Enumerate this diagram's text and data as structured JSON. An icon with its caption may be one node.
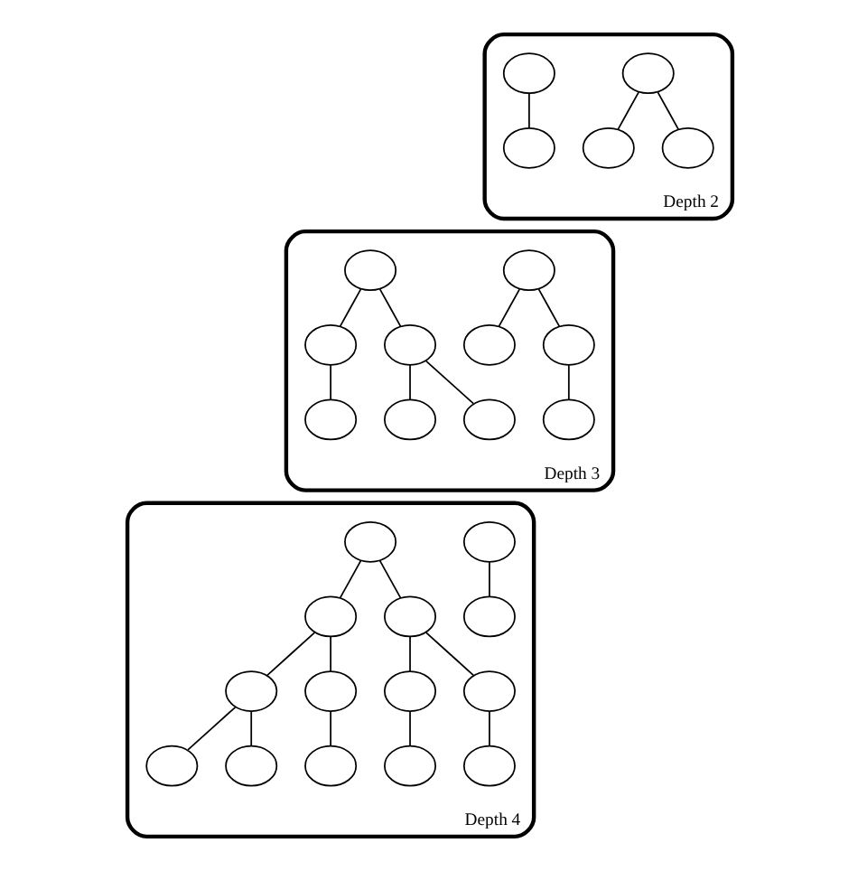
{
  "diagram": {
    "nodes": [
      {
        "text": [
          "Depth 2"
        ]
      },
      {
        "text": [],
        "shape": "circle",
        "in": 0
      },
      {
        "text": [],
        "shape": "circle",
        "in": 0
      },
      {
        "text": [],
        "shape": "circle",
        "in": 0
      },
      {
        "text": [],
        "shape": "circle",
        "in": 0
      },
      {
        "text": [],
        "shape": "circle",
        "in": 0
      },
      {
        "text": [
          "Depth 3"
        ]
      },
      {
        "text": [],
        "shape": "circle",
        "in": 6
      },
      {
        "text": [],
        "shape": "circle",
        "in": 6
      },
      {
        "text": [],
        "shape": "circle",
        "in": 6
      },
      {
        "text": [],
        "shape": "circle",
        "in": 6
      },
      {
        "text": [],
        "shape": "circle",
        "in": 6
      },
      {
        "text": [],
        "shape": "circle",
        "in": 6
      },
      {
        "text": [],
        "shape": "circle",
        "in": 6
      },
      {
        "text": [],
        "shape": "circle",
        "in": 6
      },
      {
        "text": [],
        "shape": "circle",
        "in": 6
      },
      {
        "text": [],
        "shape": "circle",
        "in": 6
      },
      {
        "text": [
          "Depth 4"
        ]
      },
      {
        "text": [],
        "shape": "circle",
        "in": 17
      },
      {
        "text": [],
        "shape": "circle",
        "in": 17
      },
      {
        "text": [],
        "shape": "circle",
        "in": 17
      },
      {
        "text": [],
        "shape": "circle",
        "in": 17
      },
      {
        "text": [],
        "shape": "circle",
        "in": 17
      },
      {
        "text": [],
        "shape": "circle",
        "in": 17
      },
      {
        "text": [],
        "shape": "circle",
        "in": 17
      },
      {
        "text": [],
        "shape": "circle",
        "in": 17
      },
      {
        "text": [],
        "shape": "circle",
        "in": 17
      },
      {
        "text": [],
        "shape": "circle",
        "in": 17
      },
      {
        "text": [],
        "shape": "circle",
        "in": 17
      },
      {
        "text": [],
        "shape": "circle",
        "in": 17
      },
      {
        "text": [],
        "shape": "circle",
        "in": 17
      },
      {
        "text": [],
        "shape": "circle",
        "in": 17
      }
    ],
    "edges": [
      {
        "from": 1,
        "to": 2,
        "arrow": "none"
      },
      {
        "from": 1,
        "to": 3,
        "arrow": "none"
      },
      {
        "from": 4,
        "to": 5,
        "arrow": "none"
      },
      {
        "from": 7,
        "to": 8,
        "arrow": "none"
      },
      {
        "from": 7,
        "to": 9,
        "arrow": "none"
      },
      {
        "from": 9,
        "to": 10,
        "arrow": "none"
      },
      {
        "from": 11,
        "to": 12,
        "arrow": "none"
      },
      {
        "from": 11,
        "to": 13,
        "arrow": "none"
      },
      {
        "from": 12,
        "to": 14,
        "arrow": "none"
      },
      {
        "from": 13,
        "to": 15,
        "arrow": "none"
      },
      {
        "from": 13,
        "to": 16,
        "arrow": "none"
      },
      {
        "from": 18,
        "to": 19,
        "arrow": "none"
      },
      {
        "from": 20,
        "to": 21,
        "arrow": "none"
      },
      {
        "from": 20,
        "to": 22,
        "arrow": "none"
      },
      {
        "from": 21,
        "to": 23,
        "arrow": "none"
      },
      {
        "from": 21,
        "to": 24,
        "arrow": "none"
      },
      {
        "from": 22,
        "to": 25,
        "arrow": "none"
      },
      {
        "from": 22,
        "to": 26,
        "arrow": "none"
      },
      {
        "from": 23,
        "to": 27,
        "arrow": "none"
      },
      {
        "from": 23,
        "to": 28,
        "arrow": "none"
      },
      {
        "from": 24,
        "to": 29,
        "arrow": "none"
      },
      {
        "from": 25,
        "to": 30,
        "arrow": "none"
      },
      {
        "from": 26,
        "to": 31,
        "arrow": "none"
      }
    ]
  }
}
